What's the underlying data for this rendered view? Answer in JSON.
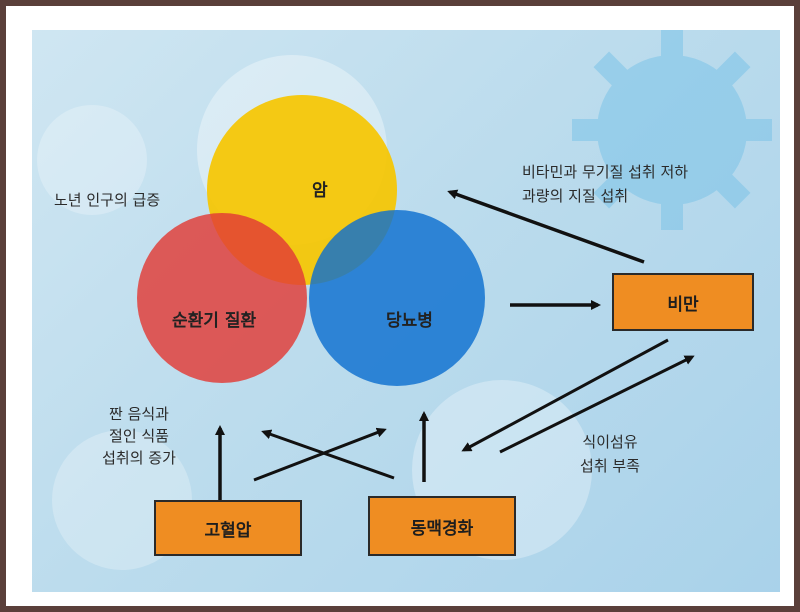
{
  "circles": {
    "cancer": "암",
    "cardio": "순환기 질환",
    "diabetes": "당뇨병"
  },
  "boxes": {
    "obesity": "비만",
    "hypertension": "고혈압",
    "arteriosclerosis": "동맥경화"
  },
  "notes": {
    "aging_1": "노년 인구의 급증",
    "vitamin_1": "비타민과 무기질 섭취 저하",
    "vitamin_2": "과량의 지질 섭취",
    "salt_1": "짠 음식과",
    "salt_2": "절인 식품",
    "salt_3": "섭취의 증가",
    "fiber_1": "식이섬유",
    "fiber_2": "섭취 부족"
  },
  "colors": {
    "yellow": "#f6c500",
    "red": "#e23a36",
    "blue": "#0d6fd0",
    "box_fill": "#ef8d22",
    "arrow": "#111111"
  }
}
